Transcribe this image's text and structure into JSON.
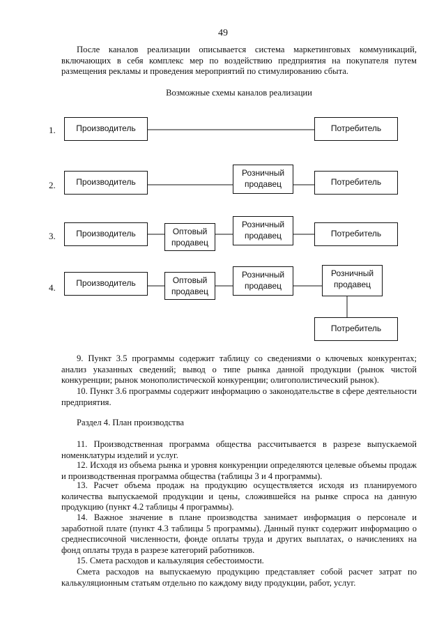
{
  "page_number": "49",
  "intro": "После каналов реализации описывается система маркетинговых коммуникаций, включающих в себя комплекс мер по воздействию предприятия на покупателя путем размещения рекламы и проведения мероприятий по стимулированию сбыта.",
  "diagram": {
    "title": "Возможные схемы каналов реализации",
    "rows": [
      {
        "num": "1.",
        "boxes": [
          "Производитель",
          "Потребитель"
        ]
      },
      {
        "num": "2.",
        "boxes": [
          "Производитель",
          "Розничный продавец",
          "Потребитель"
        ]
      },
      {
        "num": "3.",
        "boxes": [
          "Производитель",
          "Оптовый продавец",
          "Розничный продавец",
          "Потребитель"
        ]
      },
      {
        "num": "4.",
        "boxes": [
          "Производитель",
          "Оптовый продавец",
          "Розничный продавец",
          "Розничный продавец",
          "Потребитель"
        ]
      }
    ]
  },
  "paragraphs": {
    "p9": "9. Пункт 3.5 программы содержит таблицу со сведениями о ключевых конкурентах; анализ указанных сведений; вывод о типе рынка данной продукции (рынок чистой конкуренции; рынок монополистической конкуренции; олигополистический рынок).",
    "p10": "10. Пункт 3.6 программы содержит информацию о законодательстве в сфере деятельности предприятия.",
    "section4": "Раздел 4. План производства",
    "p11": "11. Производственная программа общества рассчитывается в разрезе выпускаемой номенклатуры изделий и услуг.",
    "p12": "12. Исходя из объема рынка и уровня конкуренции определяются целевые объемы продаж и производственная программа общества (таблицы 3 и 4 программы).",
    "p13": "13. Расчет объема продаж на продукцию осуществляется исходя из планируемого количества выпускаемой продукции и цены, сложившейся на рынке спроса на данную продукцию (пункт 4.2 таблицы 4 программы).",
    "p14": "14. Важное значение в плане производства занимает информация о персонале и заработной плате (пункт 4.3 таблицы 5 программы). Данный пункт содержит информацию о среднесписочной численности, фонде оплаты труда и других выплатах, о начислениях на фонд оплаты труда в разрезе категорий работников.",
    "p15": "15. Смета расходов и калькуляция себестоимости.",
    "p15b": "Смета расходов на выпускаемую продукцию представляет собой расчет затрат по калькуляционным статьям отдельно по каждому виду продукции, работ, услуг."
  }
}
